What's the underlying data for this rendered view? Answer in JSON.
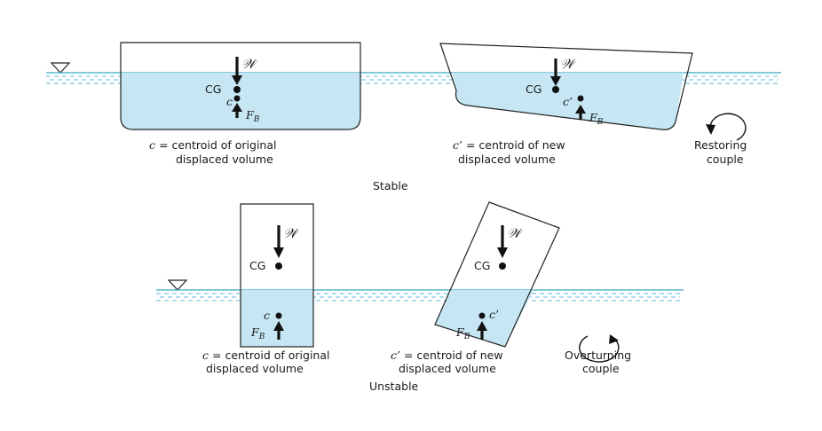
{
  "colors": {
    "water": "#c6e6f3",
    "waterline": "#3aa8c8",
    "ink": "#1a1a1a"
  },
  "icons": [
    "free-surface-triangle-icon",
    "clockwise-arrow-icon",
    "counterclockwise-arrow-icon"
  ],
  "symbols": {
    "weight": "𝒲",
    "cg": "CG",
    "c": "c",
    "c_prime": "c’",
    "fb_main": "F",
    "fb_sub": "B"
  },
  "stable": {
    "left_caption": [
      "= centroid of original",
      "displaced volume"
    ],
    "left_caption_var": "c",
    "right_caption": [
      "= centroid of new",
      "displaced volume"
    ],
    "right_caption_var": "c’",
    "couple_caption": [
      "Restoring",
      "couple"
    ],
    "section_label": "Stable"
  },
  "unstable": {
    "left_caption": [
      "= centroid of original",
      "displaced volume"
    ],
    "left_caption_var": "c",
    "right_caption": [
      "= centroid of new",
      "displaced volume"
    ],
    "right_caption_var": "c’",
    "couple_caption": [
      "Overturning",
      "couple"
    ],
    "section_label": "Unstable"
  }
}
